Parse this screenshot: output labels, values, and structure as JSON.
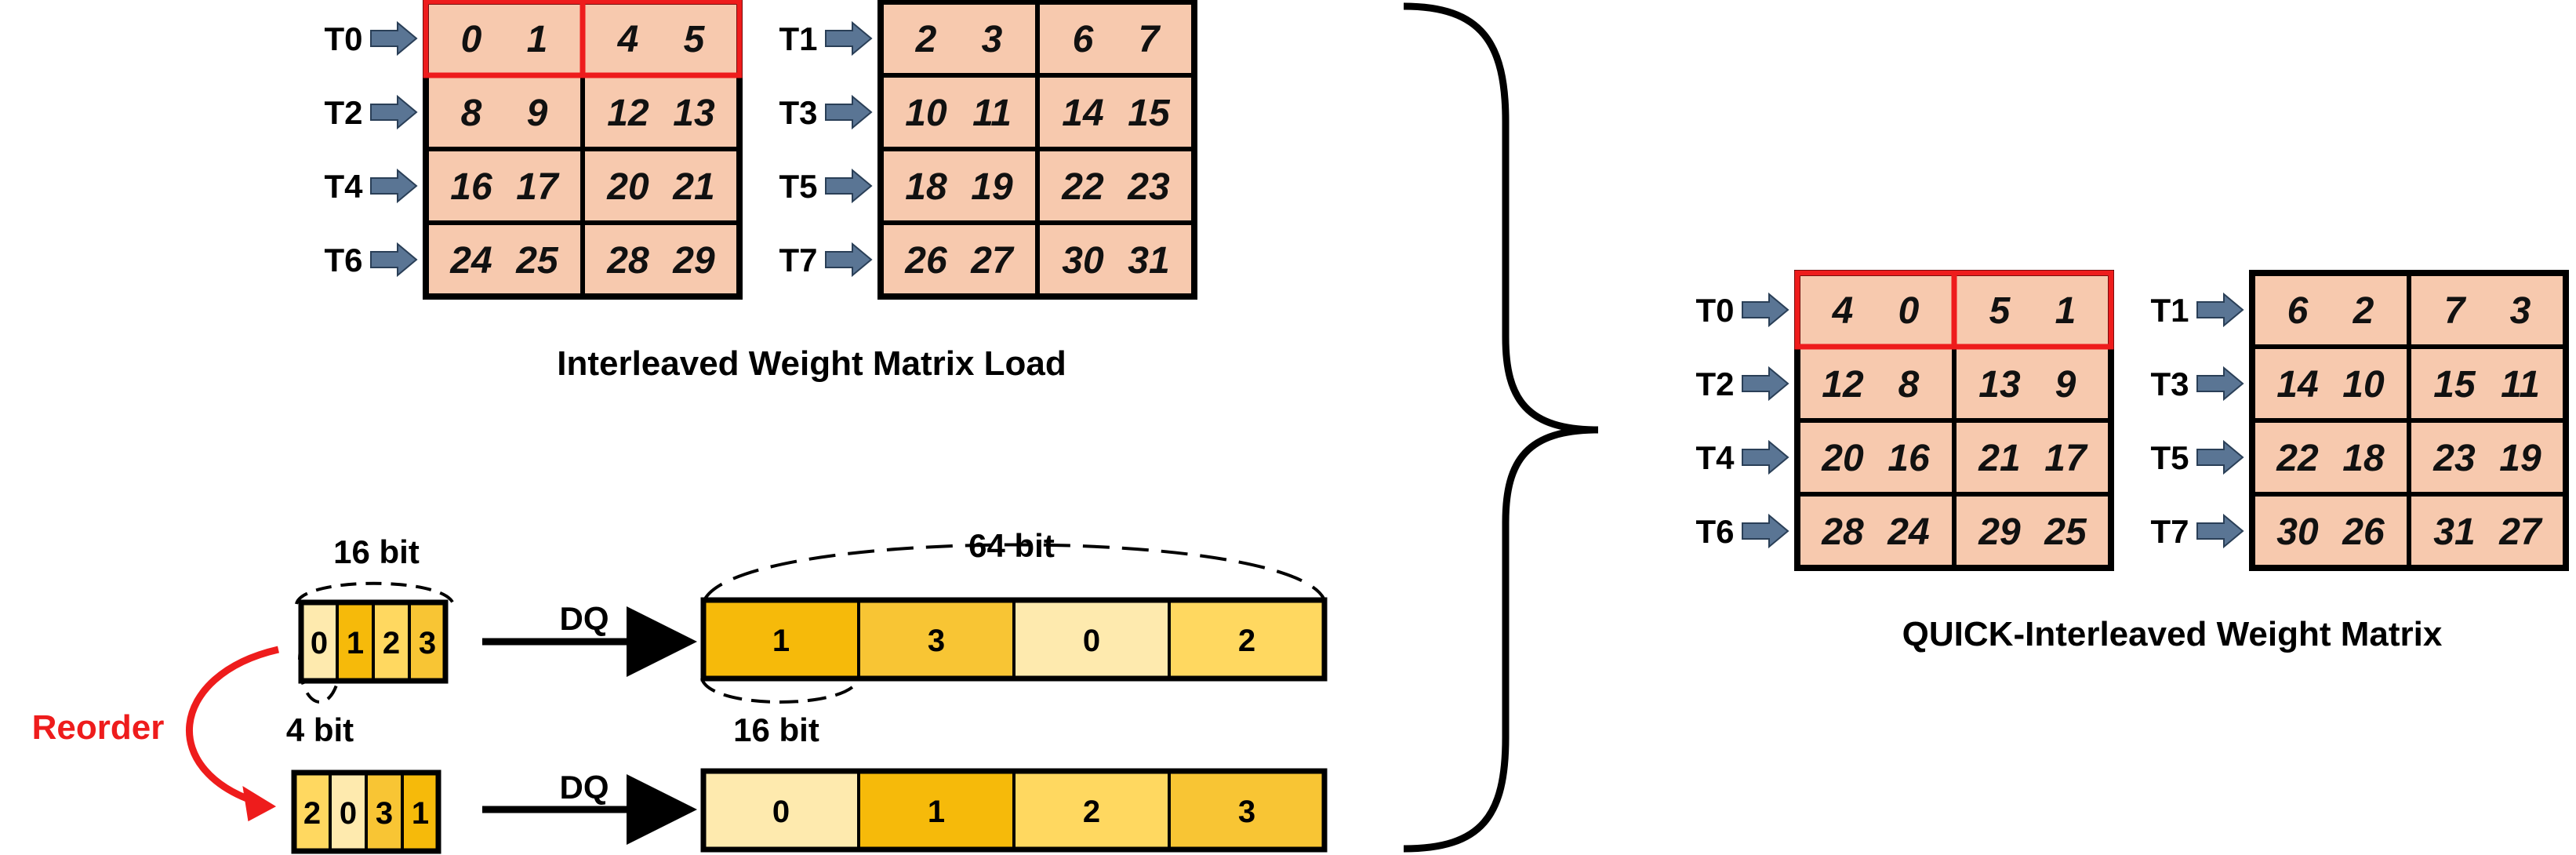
{
  "top_matrix": {
    "caption": "Interleaved Weight Matrix Load",
    "left": {
      "threads": [
        "T0",
        "T2",
        "T4",
        "T6"
      ],
      "rows": [
        [
          [
            "0",
            "1"
          ],
          [
            "4",
            "5"
          ]
        ],
        [
          [
            "8",
            "9"
          ],
          [
            "12",
            "13"
          ]
        ],
        [
          [
            "16",
            "17"
          ],
          [
            "20",
            "21"
          ]
        ],
        [
          [
            "24",
            "25"
          ],
          [
            "28",
            "29"
          ]
        ]
      ]
    },
    "right": {
      "threads": [
        "T1",
        "T3",
        "T5",
        "T7"
      ],
      "rows": [
        [
          [
            "2",
            "3"
          ],
          [
            "6",
            "7"
          ]
        ],
        [
          [
            "10",
            "11"
          ],
          [
            "14",
            "15"
          ]
        ],
        [
          [
            "18",
            "19"
          ],
          [
            "22",
            "23"
          ]
        ],
        [
          [
            "26",
            "27"
          ],
          [
            "30",
            "31"
          ]
        ]
      ]
    }
  },
  "quick_matrix": {
    "caption": "QUICK-Interleaved Weight Matrix",
    "left": {
      "threads": [
        "T0",
        "T2",
        "T4",
        "T6"
      ],
      "rows": [
        [
          [
            "4",
            "0"
          ],
          [
            "5",
            "1"
          ]
        ],
        [
          [
            "12",
            "8"
          ],
          [
            "13",
            "9"
          ]
        ],
        [
          [
            "20",
            "16"
          ],
          [
            "21",
            "17"
          ]
        ],
        [
          [
            "28",
            "24"
          ],
          [
            "29",
            "25"
          ]
        ]
      ]
    },
    "right": {
      "threads": [
        "T1",
        "T3",
        "T5",
        "T7"
      ],
      "rows": [
        [
          [
            "6",
            "2"
          ],
          [
            "7",
            "3"
          ]
        ],
        [
          [
            "14",
            "10"
          ],
          [
            "15",
            "11"
          ]
        ],
        [
          [
            "22",
            "18"
          ],
          [
            "23",
            "19"
          ]
        ],
        [
          [
            "30",
            "26"
          ],
          [
            "31",
            "27"
          ]
        ]
      ]
    }
  },
  "dequant": {
    "label_16bit": "16 bit",
    "label_4bit": "4 bit",
    "label_64bit": "64 bit",
    "label_16bit_out": "16 bit",
    "reorder_label": "Reorder",
    "dq_label_top": "DQ",
    "dq_label_bottom": "DQ",
    "packed_top": [
      "0",
      "1",
      "2",
      "3"
    ],
    "packed_bottom": [
      "2",
      "0",
      "3",
      "1"
    ],
    "output_top": [
      "1",
      "3",
      "0",
      "2"
    ],
    "output_bottom": [
      "0",
      "1",
      "2",
      "3"
    ],
    "shade_colors": {
      "0": "#FEEAAE",
      "1": "#F6BA0A",
      "2": "#FFD860",
      "3": "#F8C534"
    },
    "cell_fill": "#F7C9AE",
    "highlight": "#EE1C1C",
    "arrow_fill": "#5A7594",
    "reorder_color": "#EE1C1C"
  }
}
